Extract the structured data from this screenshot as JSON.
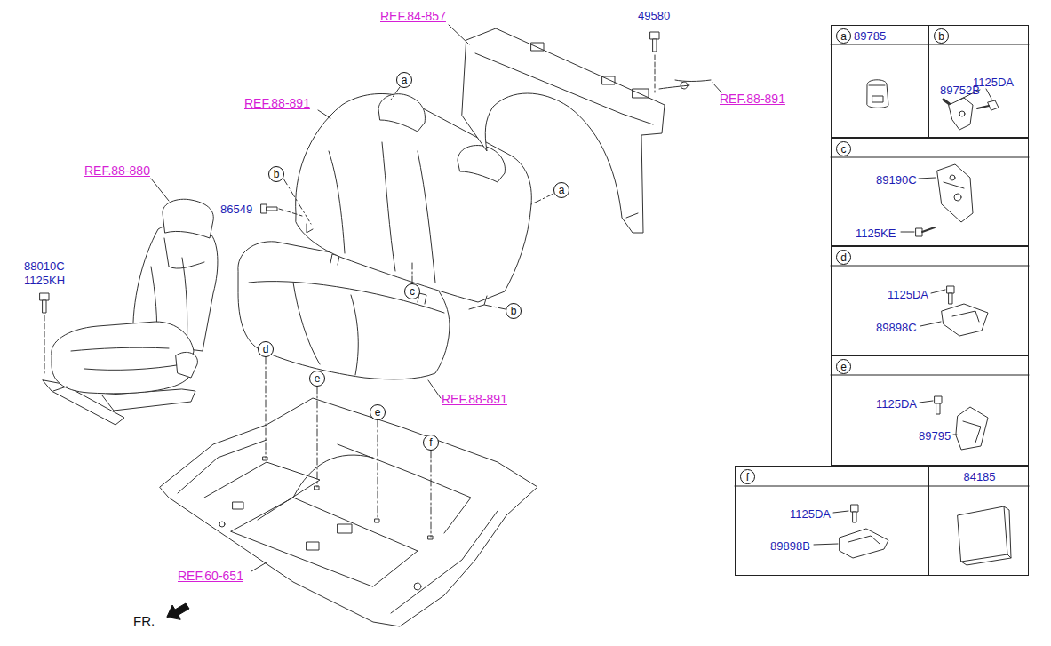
{
  "diagram": {
    "nodes": [
      {
        "text": [
          "89785"
        ]
      },
      {
        "text": [
          "a"
        ],
        "in": 0
      },
      {
        "text": [
          "89752B",
          "1125DA"
        ]
      },
      {
        "text": [
          "b"
        ],
        "in": 2
      },
      {
        "text": [
          "89190C",
          "1125KE"
        ]
      },
      {
        "text": [
          "c"
        ],
        "in": 4
      },
      {
        "text": [
          "1125DA",
          "89898C"
        ]
      },
      {
        "text": [
          "d"
        ],
        "in": 6
      },
      {
        "text": [
          "1125DA",
          "89795"
        ]
      },
      {
        "text": [
          "e"
        ],
        "in": 8
      },
      {
        "text": [
          "1125DA",
          "89898B"
        ]
      },
      {
        "text": [
          "f"
        ],
        "in": 10
      },
      {
        "text": [
          "84185"
        ]
      },
      {
        "text": [
          "a"
        ]
      },
      {
        "text": [
          "b"
        ]
      },
      {
        "text": [
          "a"
        ]
      },
      {
        "text": [
          "c"
        ]
      },
      {
        "text": [
          "b"
        ]
      },
      {
        "text": [
          "d"
        ]
      },
      {
        "text": [
          "e"
        ]
      },
      {
        "text": [
          "e"
        ]
      },
      {
        "text": [
          "f"
        ]
      }
    ],
    "labels": [
      "REF.84-857",
      "49580",
      "REF.88-891",
      "REF.88-891",
      "REF.88-880",
      "86549",
      "88010C",
      "1125KH",
      "REF.88-891",
      "REF.60-651",
      "FR."
    ]
  }
}
